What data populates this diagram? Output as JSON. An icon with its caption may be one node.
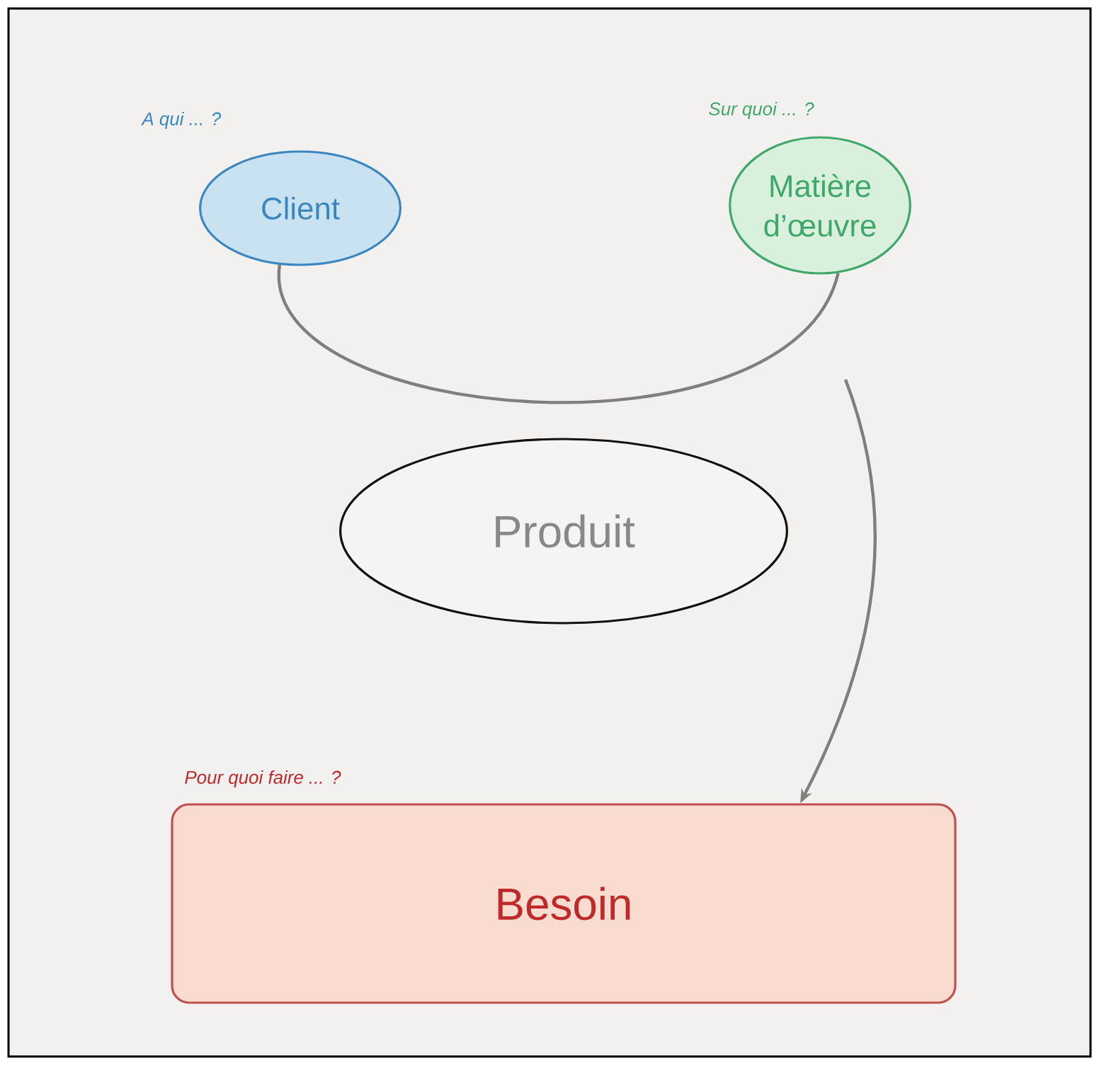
{
  "diagram": {
    "nodes": [
      {
        "text": [
          "Client"
        ],
        "beside": [
          "A qui ... ?"
        ]
      },
      {
        "text": [
          "Matière d’œuvre"
        ],
        "beside": [
          "Sur quoi ... ?"
        ]
      },
      {
        "text": [
          "Produit"
        ]
      },
      {
        "text": [
          "Besoin"
        ],
        "beside": [
          "Pour quoi faire ... ?"
        ]
      }
    ],
    "edges": [
      {
        "from": 0,
        "to": 1,
        "arrow": "none"
      },
      {
        "from": null,
        "to": 3,
        "arrow": "to"
      }
    ]
  }
}
